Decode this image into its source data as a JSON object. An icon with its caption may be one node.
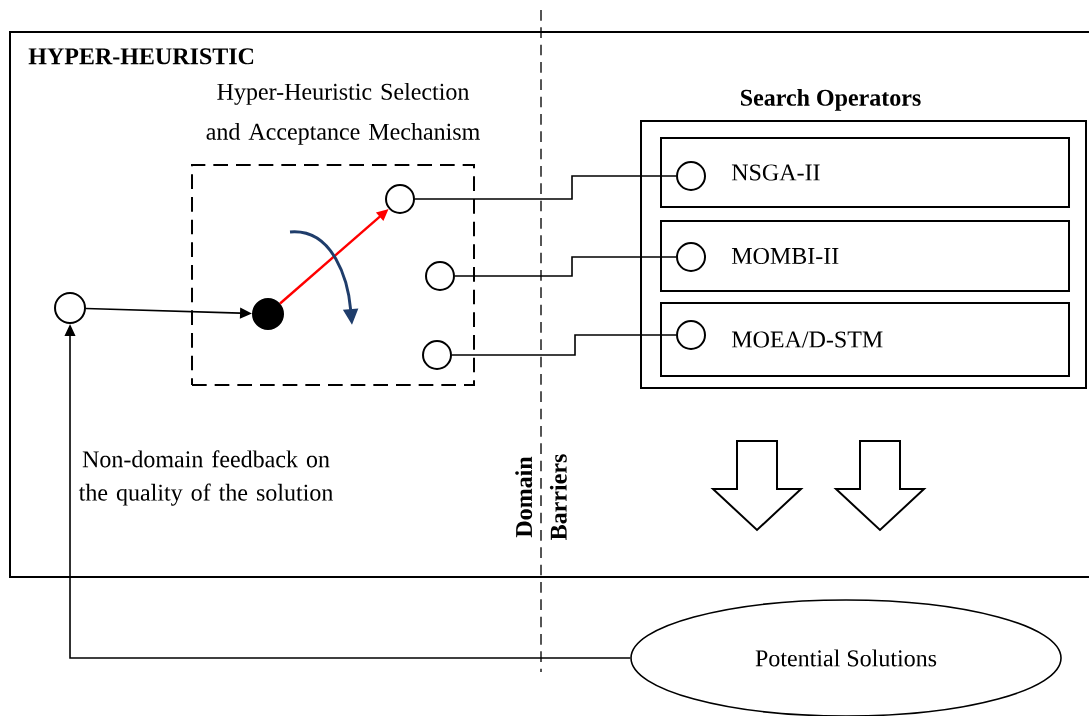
{
  "diagram": {
    "nodes": [
      {
        "text": [
          "HYPER-HEURISTIC"
        ]
      },
      {
        "text": [
          "Hyper-Heuristic Selection and Acceptance Mechanism"
        ],
        "in": 0
      },
      {
        "text": [
          "Search Operators"
        ],
        "in": 0
      },
      {
        "text": [
          "NSGA-II"
        ],
        "in": 2
      },
      {
        "text": [
          "MOMBI-II"
        ],
        "in": 2
      },
      {
        "text": [
          "MOEA/D-STM"
        ],
        "in": 2
      },
      {
        "text": [],
        "shape": "circle",
        "in": 0
      },
      {
        "text": [],
        "shape": "circle",
        "in": 1
      },
      {
        "text": [],
        "shape": "circle",
        "in": 1
      },
      {
        "text": [],
        "shape": "circle",
        "in": 1
      },
      {
        "text": [],
        "shape": "circle",
        "in": 1
      },
      {
        "text": [],
        "shape": "circle",
        "in": 3
      },
      {
        "text": [],
        "shape": "circle",
        "in": 4
      },
      {
        "text": [],
        "shape": "circle",
        "in": 5
      },
      {
        "text": [
          "Potential Solutions"
        ]
      }
    ],
    "edges": [
      {
        "from": 6,
        "to": 7,
        "arrow": "to"
      },
      {
        "from": 7,
        "to": 8,
        "arrow": "to",
        "color": "#ff0000"
      },
      {
        "from": 8,
        "to": 11,
        "arrow": "none"
      },
      {
        "from": 9,
        "to": 12,
        "arrow": "none"
      },
      {
        "from": 10,
        "to": 13,
        "arrow": "none"
      },
      {
        "from": 14,
        "to": 6,
        "arrow": "to"
      }
    ],
    "labels": [
      "Non-domain feedback on the quality of the solution",
      "Domain Barriers"
    ]
  }
}
